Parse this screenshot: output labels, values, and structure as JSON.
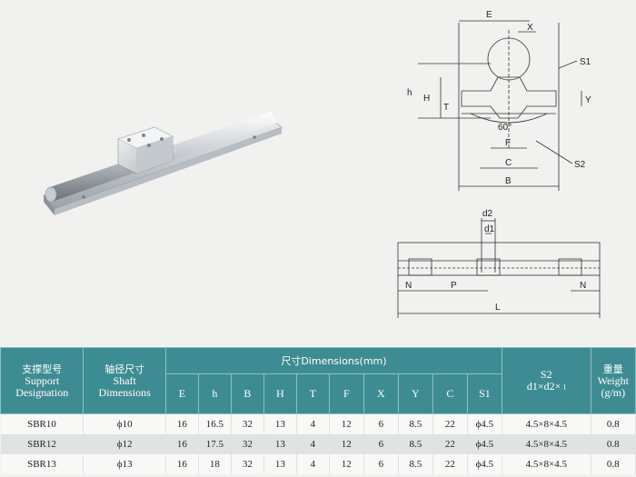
{
  "diagram_top": {
    "labels": [
      "E",
      "X",
      "S1",
      "h",
      "H",
      "T",
      "Y",
      "60°",
      "F",
      "C",
      "B",
      "S2"
    ]
  },
  "diagram_bottom": {
    "labels": [
      "d2",
      "d1",
      "N",
      "P",
      "N",
      "L"
    ]
  },
  "table": {
    "header": {
      "support": {
        "cn": "支撑型号",
        "en1": "Support",
        "en2": "Designation"
      },
      "shaft": {
        "cn": "轴径尺寸",
        "en1": "Shaft",
        "en2": "Dimensions"
      },
      "dimensions": "尺寸Dimensions(mm)",
      "s2": {
        "line1": "S2",
        "line2": "d1×d2×",
        "suffix": "l"
      },
      "weight": {
        "cn": "重量",
        "en1": "Weight",
        "en2": "(g/m)"
      },
      "sub_columns": [
        "E",
        "h",
        "B",
        "H",
        "T",
        "F",
        "X",
        "Y",
        "C",
        "S1"
      ]
    },
    "rows": [
      {
        "model": "SBR10",
        "shaft": "ϕ10",
        "E": "16",
        "h": "16.5",
        "B": "32",
        "H": "13",
        "T": "4",
        "F": "12",
        "X": "6",
        "Y": "8.5",
        "C": "22",
        "S1": "ϕ4.5",
        "S2": "4.5×8×4.5",
        "weight": "0.8"
      },
      {
        "model": "SBR12",
        "shaft": "ϕ12",
        "E": "16",
        "h": "17.5",
        "B": "32",
        "H": "13",
        "T": "4",
        "F": "12",
        "X": "6",
        "Y": "8.5",
        "C": "22",
        "S1": "ϕ4.5",
        "S2": "4.5×8×4.5",
        "weight": "0.8"
      },
      {
        "model": "SBR13",
        "shaft": "ϕ13",
        "E": "16",
        "h": "18",
        "B": "32",
        "H": "13",
        "T": "4",
        "F": "12",
        "X": "6",
        "Y": "8.5",
        "C": "22",
        "S1": "ϕ4.5",
        "S2": "4.5×8×4.5",
        "weight": "0.8"
      }
    ]
  }
}
